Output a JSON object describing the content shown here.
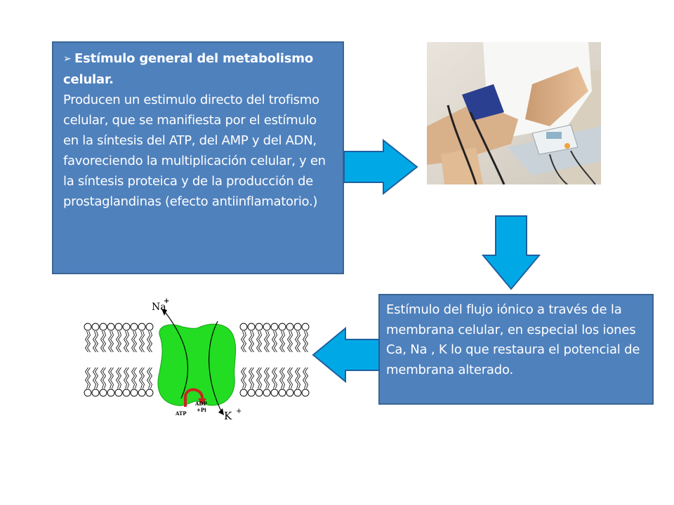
{
  "metabolism_box": {
    "bullet": "➢",
    "heading": "Estímulo general del metabolismo celular.",
    "body": "Producen un estimulo directo del trofismo celular, que se manifiesta por el estímulo en la síntesis del ATP, del AMP y del ADN, favoreciendo la multiplicación celular, y en la síntesis proteica y de la producción de prostaglandinas (efecto antiinflamatorio.)"
  },
  "ionic_box": {
    "text": "Estímulo del flujo iónico a través de la membrana celular, en especial los iones Ca, Na , K  lo que restaura el potencial de membrana alterado."
  },
  "membrane_labels": {
    "na": "Na",
    "na_charge": "+",
    "k": "K",
    "k_charge": "+",
    "atp": "ATP",
    "adp": "ADP",
    "pi": "+Pi"
  },
  "colors": {
    "box_fill": "#4f81bd",
    "arrow_fill": "#00a9e6",
    "channel_green": "#22dd22",
    "pump_red": "#cc2222"
  }
}
